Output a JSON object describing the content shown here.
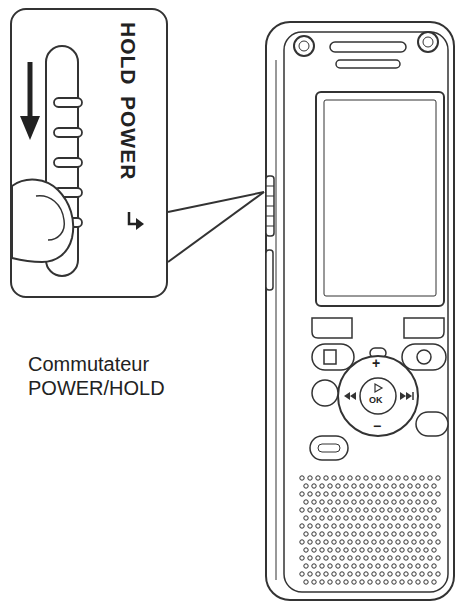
{
  "diagram": {
    "nodes": [
      {
        "text": [
          "HOLD",
          "POWER"
        ]
      }
    ],
    "labels": [
      "Commutateur POWER/HOLD",
      "+",
      "−",
      "OK"
    ]
  }
}
